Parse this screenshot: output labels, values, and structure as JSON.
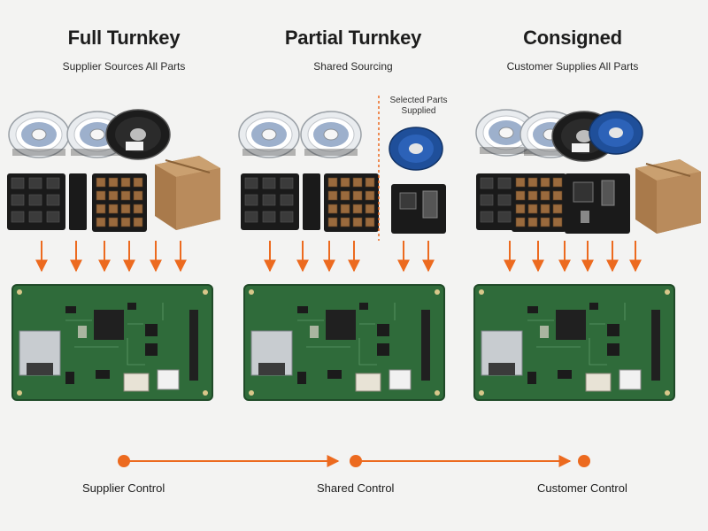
{
  "columns": [
    {
      "title": "Full Turnkey",
      "subtitle": "Supplier Sources All Parts"
    },
    {
      "title": "Partial Turnkey",
      "subtitle": "Shared Sourcing"
    },
    {
      "title": "Consigned",
      "subtitle": "Customer Supplies All Parts"
    }
  ],
  "partial_note": [
    "Selected Parts",
    "Supplied"
  ],
  "control_scale": {
    "labels": [
      "Supplier Control",
      "Shared Control",
      "Customer Control"
    ]
  },
  "colors": {
    "accent": "#ec6a1f",
    "pcb": "#2f6b3a",
    "reel_white": "#e9ecef",
    "reel_black": "#1c1c1c",
    "reel_blue": "#1f4f9a",
    "box": "#b98b5c",
    "tray": "#1a1a1a"
  },
  "icons": [
    "component-reel-icon",
    "component-tray-icon",
    "cardboard-box-icon",
    "down-arrow-icon",
    "circuit-board-icon",
    "control-marker-icon"
  ]
}
